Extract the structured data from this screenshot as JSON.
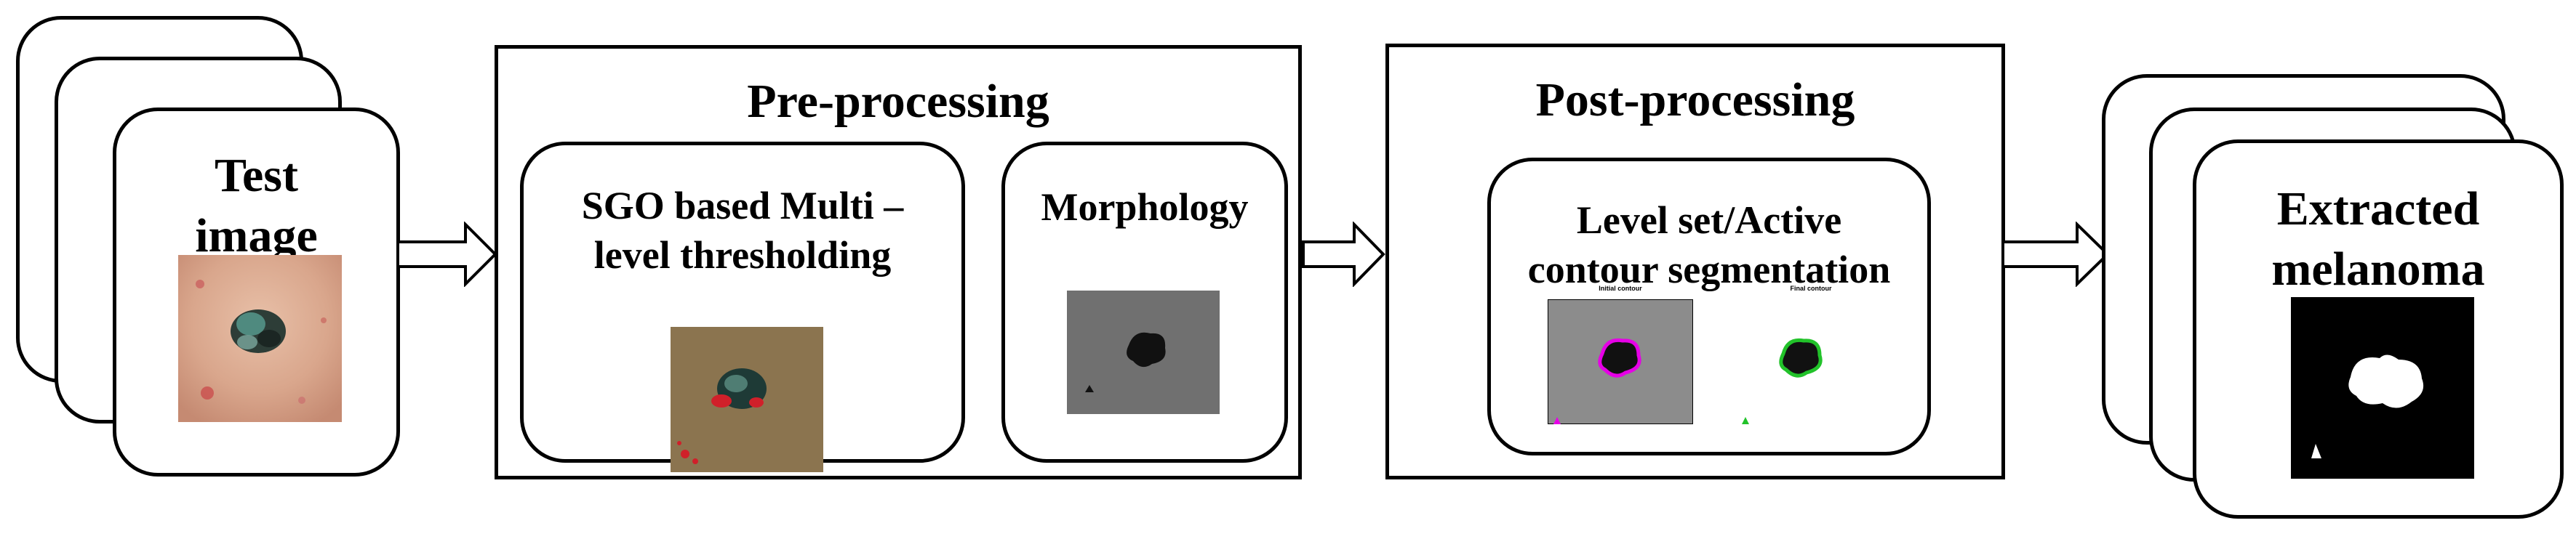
{
  "input": {
    "title_line1": "Test",
    "title_line2": "image"
  },
  "preprocessing": {
    "title": "Pre-processing",
    "step1_line1": "SGO based Multi –",
    "step1_line2": "level thresholding",
    "step2": "Morphology"
  },
  "postprocessing": {
    "title": "Post-processing",
    "step_line1": "Level set/Active",
    "step_line2": "contour segmentation",
    "panel_left_caption": "Initial contour",
    "panel_right_caption": "Final contour"
  },
  "output": {
    "title_line1": "Extracted",
    "title_line2": "melanoma"
  },
  "colors": {
    "line": "#000000",
    "skin": "#d9a68c",
    "threshold_bg": "#8b744f",
    "lesion_dark": "#1e3a36",
    "lesion_red": "#d0202a",
    "gray_panel": "#707070",
    "contour_magenta": "#e600e6",
    "contour_green": "#22c22a"
  }
}
